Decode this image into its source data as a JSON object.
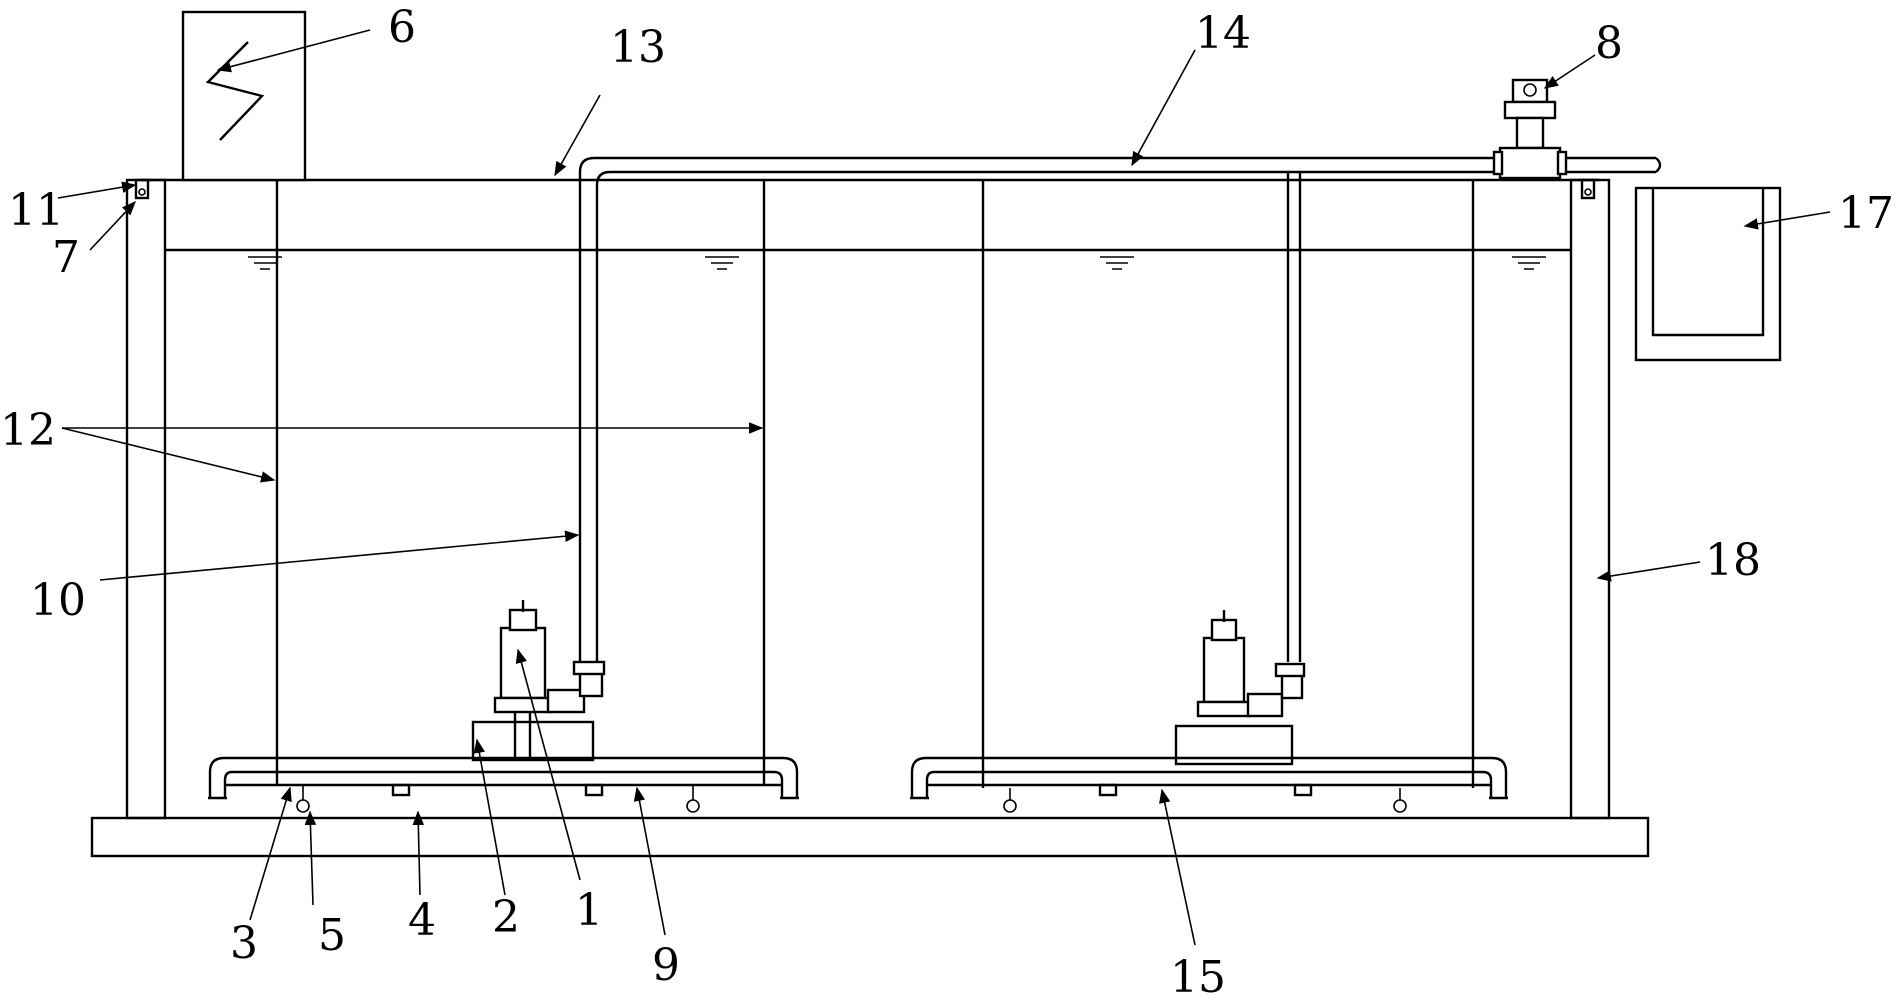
{
  "callouts": [
    {
      "id": "1",
      "text": "1"
    },
    {
      "id": "2",
      "text": "2"
    },
    {
      "id": "3",
      "text": "3"
    },
    {
      "id": "4",
      "text": "4"
    },
    {
      "id": "5",
      "text": "5"
    },
    {
      "id": "6",
      "text": "6"
    },
    {
      "id": "7",
      "text": "7"
    },
    {
      "id": "8",
      "text": "8"
    },
    {
      "id": "9",
      "text": "9"
    },
    {
      "id": "10",
      "text": "10"
    },
    {
      "id": "11",
      "text": "11"
    },
    {
      "id": "12",
      "text": "12"
    },
    {
      "id": "13",
      "text": "13"
    },
    {
      "id": "14",
      "text": "14"
    },
    {
      "id": "15",
      "text": "15"
    },
    {
      "id": "17",
      "text": "17"
    },
    {
      "id": "18",
      "text": "18"
    }
  ]
}
